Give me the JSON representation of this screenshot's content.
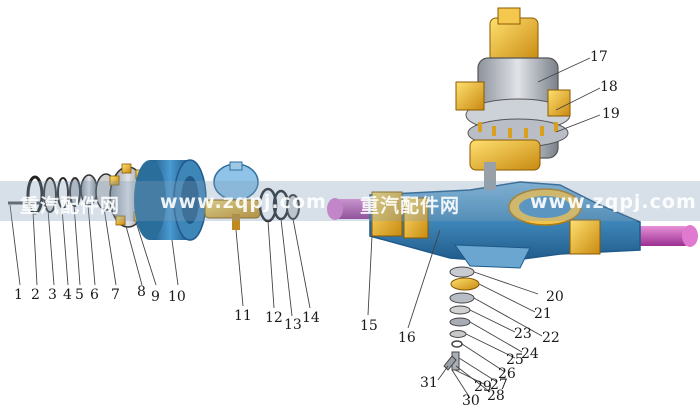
{
  "watermark": {
    "cn1": "重汽配件网",
    "url1": "www.zqpj.com",
    "cn2": "重汽配件网",
    "url2": "www.zqpj.com"
  },
  "callouts": [
    {
      "id": "1",
      "label": "1"
    },
    {
      "id": "2",
      "label": "2"
    },
    {
      "id": "3",
      "label": "3"
    },
    {
      "id": "4",
      "label": "4"
    },
    {
      "id": "5",
      "label": "5"
    },
    {
      "id": "6",
      "label": "6"
    },
    {
      "id": "7",
      "label": "7"
    },
    {
      "id": "8",
      "label": "8"
    },
    {
      "id": "9",
      "label": "9"
    },
    {
      "id": "10",
      "label": "10"
    },
    {
      "id": "11",
      "label": "11"
    },
    {
      "id": "12",
      "label": "12"
    },
    {
      "id": "13",
      "label": "13"
    },
    {
      "id": "14",
      "label": "14"
    },
    {
      "id": "15",
      "label": "15"
    },
    {
      "id": "16",
      "label": "16"
    },
    {
      "id": "17",
      "label": "17"
    },
    {
      "id": "18",
      "label": "18"
    },
    {
      "id": "19",
      "label": "19"
    },
    {
      "id": "20",
      "label": "20"
    },
    {
      "id": "21",
      "label": "21"
    },
    {
      "id": "22",
      "label": "22"
    },
    {
      "id": "23",
      "label": "23"
    },
    {
      "id": "24",
      "label": "24"
    },
    {
      "id": "25",
      "label": "25"
    },
    {
      "id": "26",
      "label": "26"
    },
    {
      "id": "27",
      "label": "27"
    },
    {
      "id": "28",
      "label": "28"
    },
    {
      "id": "29",
      "label": "29"
    },
    {
      "id": "30",
      "label": "30"
    },
    {
      "id": "31",
      "label": "31"
    }
  ],
  "colors": {
    "housing": "#3e86b8",
    "housing_dark": "#1f5a8a",
    "drum": "#2f7fb0",
    "gear_gold": "#f0b020",
    "shaft_magenta": "#c050b0",
    "gray_part": "#b8bcc4",
    "leader": "#444444"
  }
}
